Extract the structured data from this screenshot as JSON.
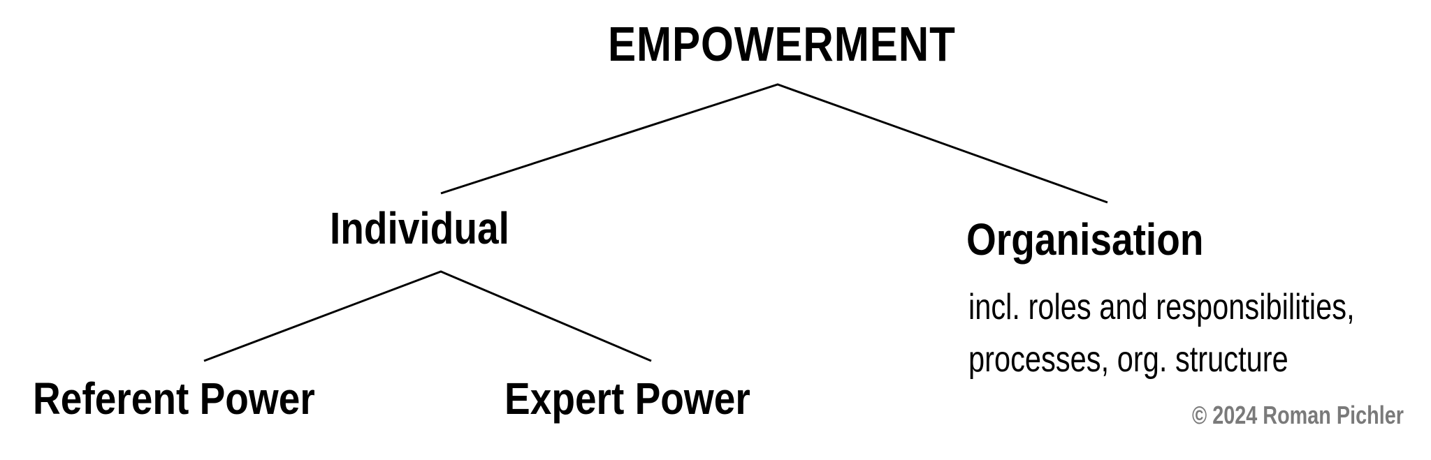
{
  "diagram": {
    "root": "EMPOWERMENT",
    "children": [
      {
        "label": "Individual",
        "children": [
          {
            "label": "Referent Power"
          },
          {
            "label": "Expert Power"
          }
        ]
      },
      {
        "label": "Organisation",
        "description": [
          "incl. roles and responsibilities,",
          "processes, org. structure"
        ]
      }
    ]
  },
  "footer": {
    "copyright": "© 2024 Roman Pichler"
  },
  "colors": {
    "text": "#000000",
    "line": "#000000",
    "copyright": "#7a7a7a",
    "background": "#ffffff"
  }
}
